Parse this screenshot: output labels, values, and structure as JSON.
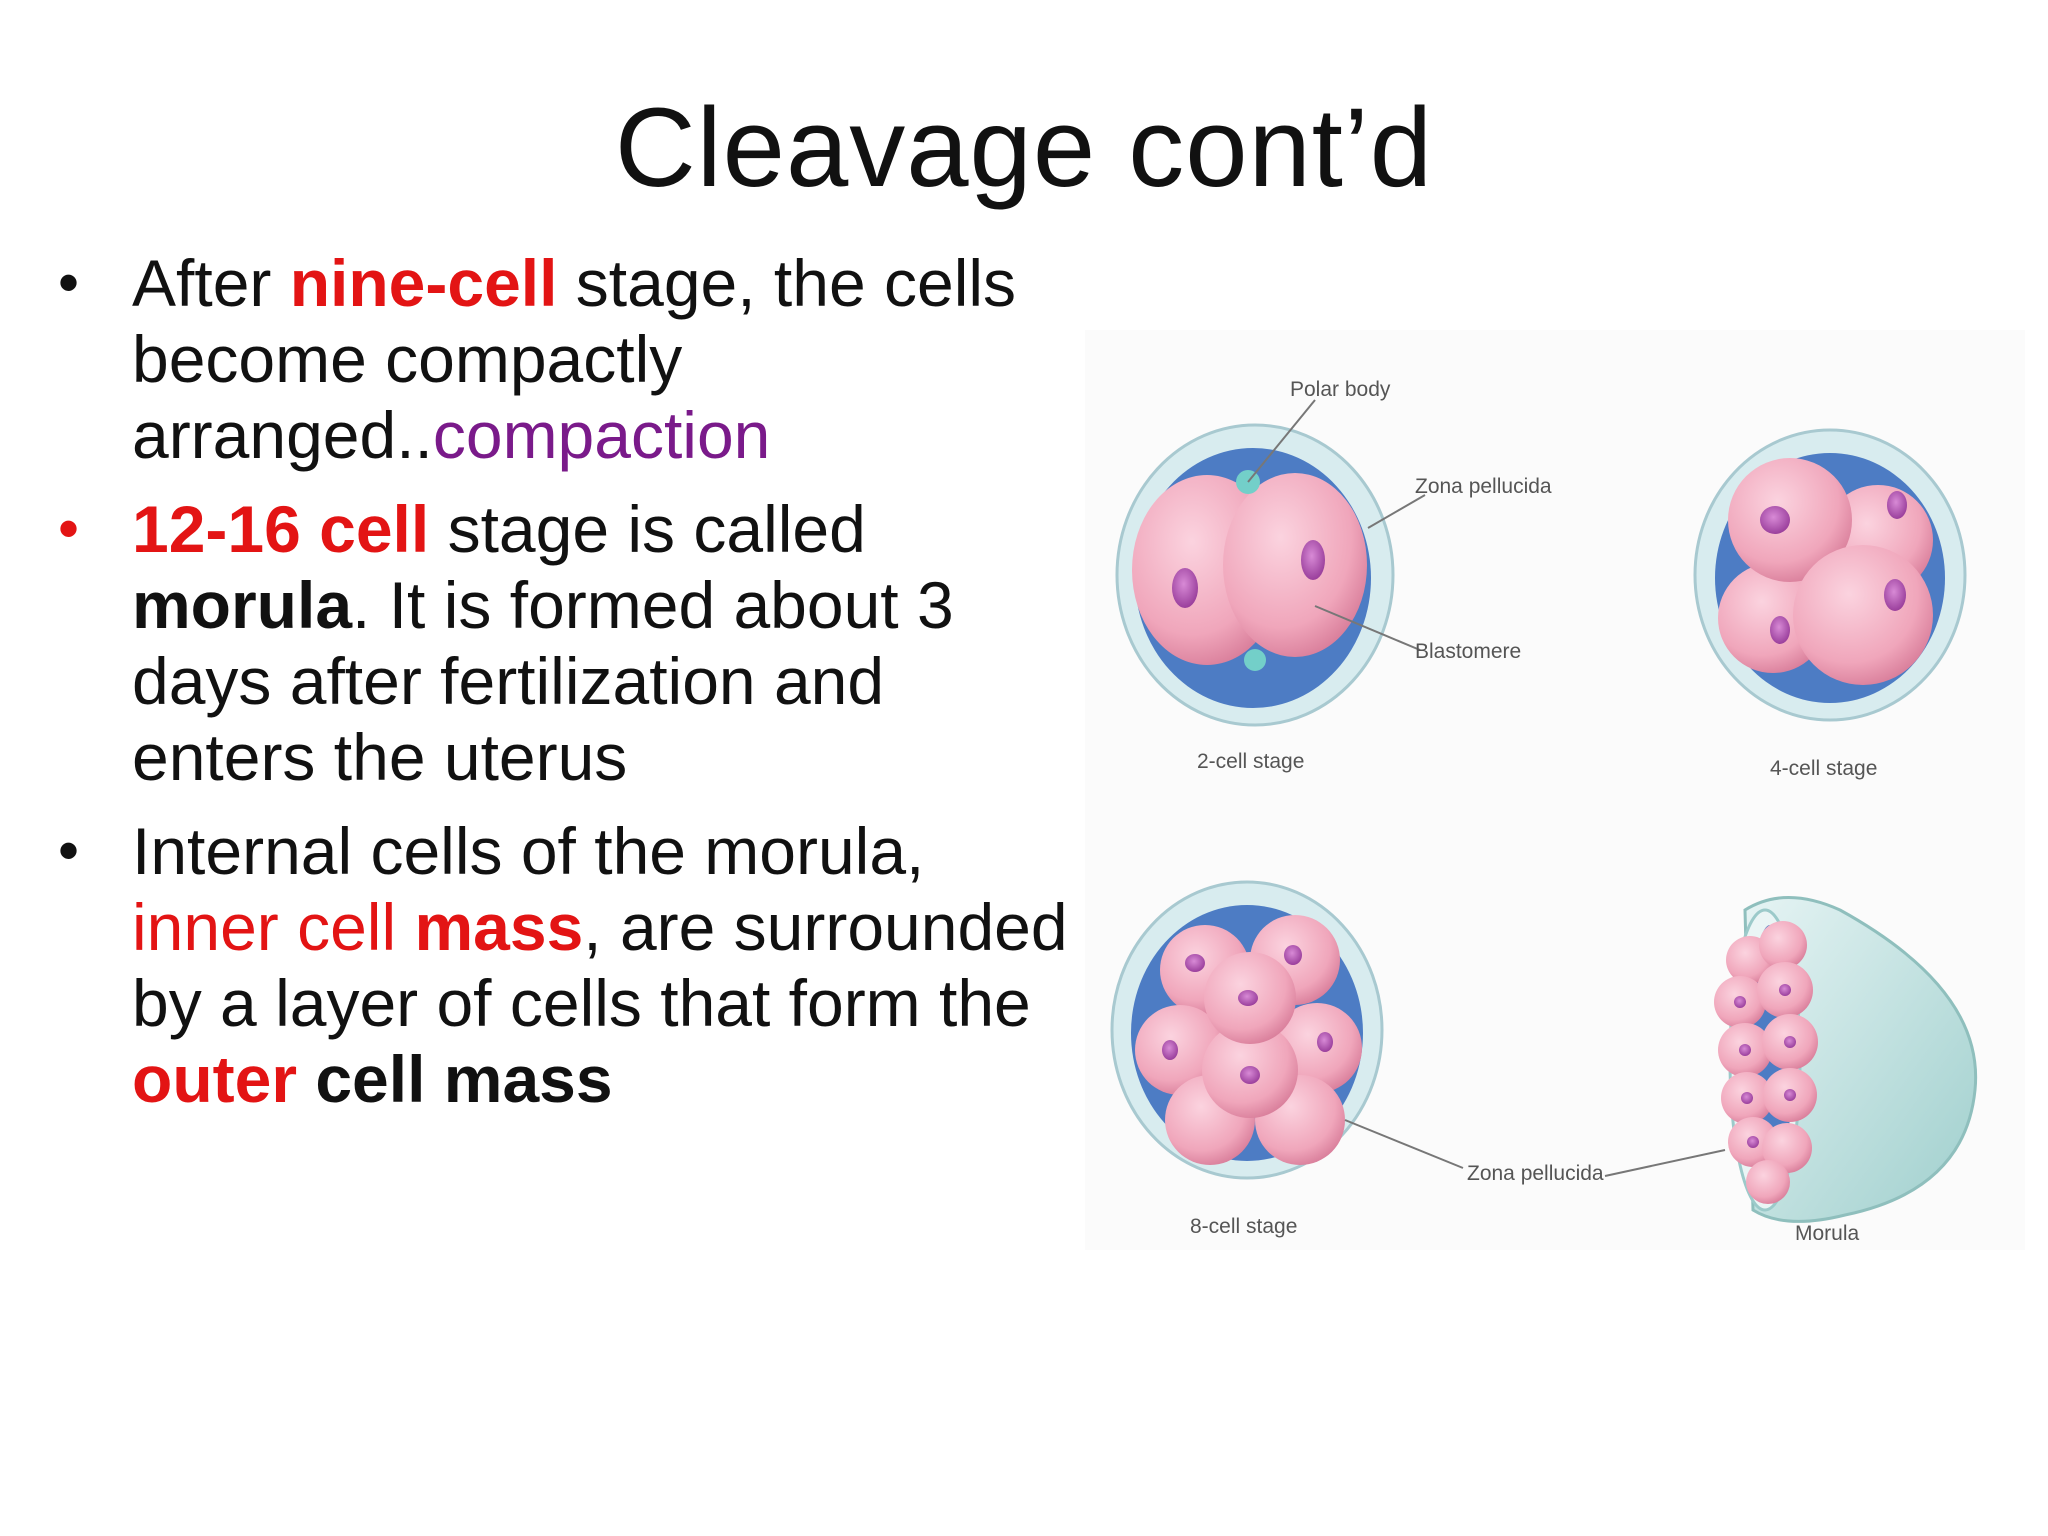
{
  "slide": {
    "title": "Cleavage cont’d",
    "bullets": [
      {
        "segments": [
          {
            "text": "After ",
            "style": "normal"
          },
          {
            "text": "nine-cell",
            "style": "red-bold"
          },
          {
            "text": " stage, the cells become compactly arranged..",
            "style": "normal"
          },
          {
            "text": "compaction",
            "style": "purple"
          }
        ]
      },
      {
        "segments": [
          {
            "text": "12-16 cell",
            "style": "red-bold"
          },
          {
            "text": " stage is called ",
            "style": "normal"
          },
          {
            "text": "morula",
            "style": "bold"
          },
          {
            "text": ". It is formed about 3 days after fertilization and enters the uterus",
            "style": "normal"
          }
        ]
      },
      {
        "segments": [
          {
            "text": "Internal cells of the morula, ",
            "style": "normal"
          },
          {
            "text": "inner cell ",
            "style": "red"
          },
          {
            "text": "mass",
            "style": "red-bold"
          },
          {
            "text": ", are surrounded by a layer of cells that form the ",
            "style": "normal"
          },
          {
            "text": "outer",
            "style": "red-bold"
          },
          {
            "text": " cell mass",
            "style": "bold"
          }
        ]
      }
    ]
  },
  "figure": {
    "labels": {
      "polar_body": "Polar body",
      "zona_pellucida_top": "Zona pellucida",
      "blastomere": "Blastomere",
      "two_cell": "2-cell stage",
      "four_cell": "4-cell stage",
      "eight_cell": "8-cell stage",
      "zona_pellucida_bottom": "Zona pellucida",
      "morula": "Morula"
    },
    "colors": {
      "zona": "#cfe8ec",
      "perivitelline": "#4a78c0",
      "blastomere": "#f0a6bb",
      "nucleus": "#b04fb0",
      "polar_body": "#6fd0c8"
    }
  }
}
